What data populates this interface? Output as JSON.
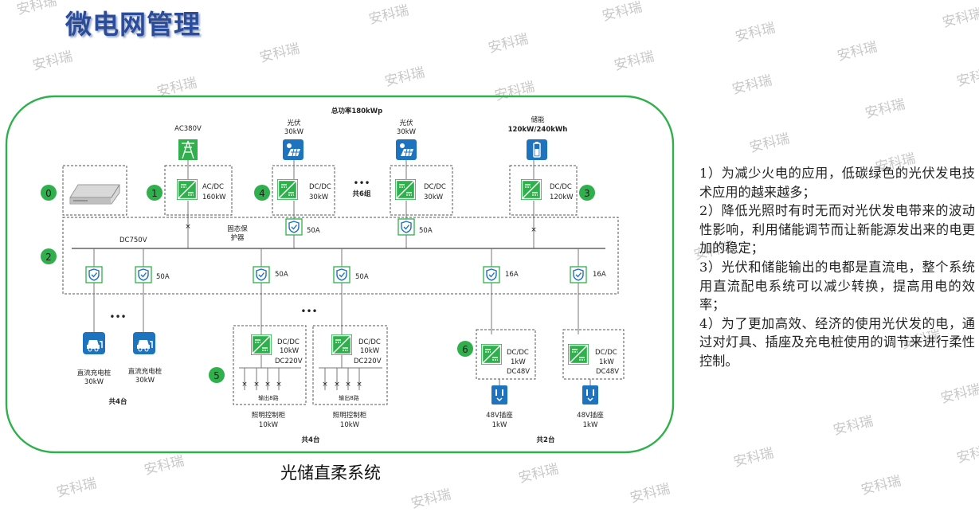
{
  "title": "微电网管理",
  "watermark": "安科瑞",
  "caption": "光储直柔系统",
  "notes": [
    "1）为减少火电的应用，低碳绿色的光伏发电技术应用的越来越多；",
    "2）降低光照时有时无而对光伏发电带来的波动性影响，利用储能调节而让新能源发出来的电更加的稳定；",
    "3）光伏和储能输出的电都是直流电，整个系统用直流配电系统可以减少转换，提高用电的效率；",
    "4）为了更加高效、经济的使用光伏发的电，通过对灯具、插座及充电桩使用的调节来进行柔性控制。"
  ],
  "diagram": {
    "total_power": "总功率180kWp",
    "bus_label": "DC750V",
    "ssp_label": "固态保护器",
    "group_pv_label": "共6组",
    "ellipsis": "•••",
    "badges": [
      "0",
      "1",
      "2",
      "3",
      "4",
      "5",
      "6"
    ],
    "sources": {
      "grid": {
        "label": "AC380V",
        "conv": [
          "AC/DC",
          "160kW"
        ]
      },
      "pv1": {
        "label": [
          "光伏",
          "30kW"
        ],
        "conv": [
          "DC/DC",
          "30kW"
        ],
        "breaker": "50A"
      },
      "pv2": {
        "label": [
          "光伏",
          "30kW"
        ],
        "conv": [
          "DC/DC",
          "30kW"
        ],
        "breaker": "50A"
      },
      "storage": {
        "label": [
          "储能",
          "120kW/240kWh"
        ],
        "conv": [
          "DC/DC",
          "120kW"
        ]
      }
    },
    "loads": {
      "breakers": [
        "50A",
        "50A",
        "50A",
        "16A",
        "16A"
      ],
      "chargers": [
        [
          "直流充电桩",
          "30kW"
        ],
        [
          "直流充电桩",
          "30kW"
        ]
      ],
      "chargers_count": "共4台",
      "lighting": [
        {
          "conv": [
            "DC/DC",
            "10kW"
          ],
          "bus": "DC220V",
          "out": "输出8路",
          "name": [
            "照明控制柜",
            "10kW"
          ]
        },
        {
          "conv": [
            "DC/DC",
            "10kW"
          ],
          "bus": "DC220V",
          "out": "输出8路",
          "name": [
            "照明控制柜",
            "10kW"
          ]
        }
      ],
      "lighting_count": "共4台",
      "sockets": [
        {
          "conv": [
            "DC/DC",
            "1kW",
            "DC48V"
          ],
          "name": [
            "48V插座",
            "1kW"
          ]
        },
        {
          "conv": [
            "DC/DC",
            "1kW",
            "DC48V"
          ],
          "name": [
            "48V插座",
            "1kW"
          ]
        }
      ],
      "sockets_count": "共2台"
    }
  },
  "colors": {
    "green": "#2fb04c",
    "blue": "#1e73be",
    "title": "#2b4c9a",
    "dash": "#555555"
  }
}
